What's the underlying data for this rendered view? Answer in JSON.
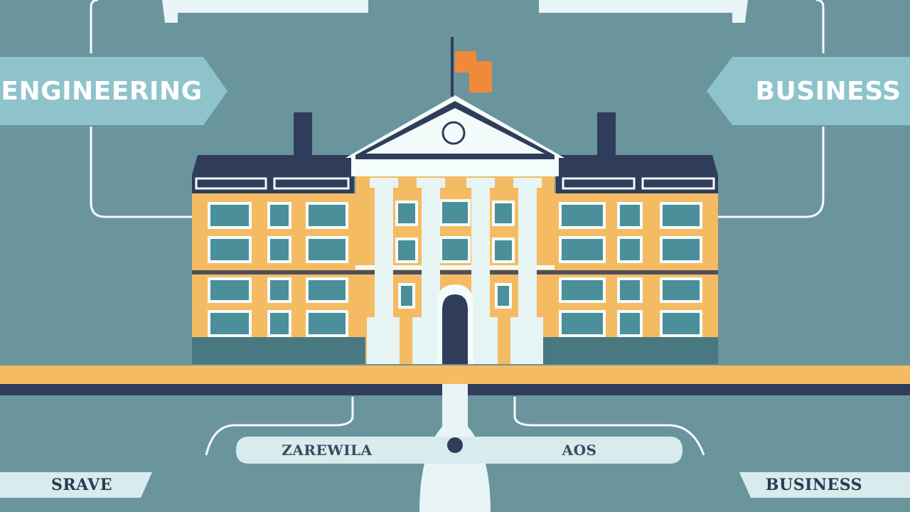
{
  "labels": {
    "engineering": "ENGINEERING",
    "business_top": "BUSINESS",
    "pill_left": "ZAREWILA",
    "pill_right": "AOS",
    "bottom_left": "SRAVE",
    "bottom_right": "BUSINESS"
  },
  "colors": {
    "background": "#6a959c",
    "label_fill": "#8ec3cc",
    "pill_fill": "#d8ecee",
    "wall": "#f5bb63",
    "roof": "#2f3d5a",
    "column": "#e6f4f3",
    "window": "#4a8f99",
    "flag": "#f08a3a",
    "road_stripe": "#f5bb63",
    "road_dark": "#2f3d5a"
  },
  "icons": [
    "flag-icon",
    "building-icon"
  ]
}
